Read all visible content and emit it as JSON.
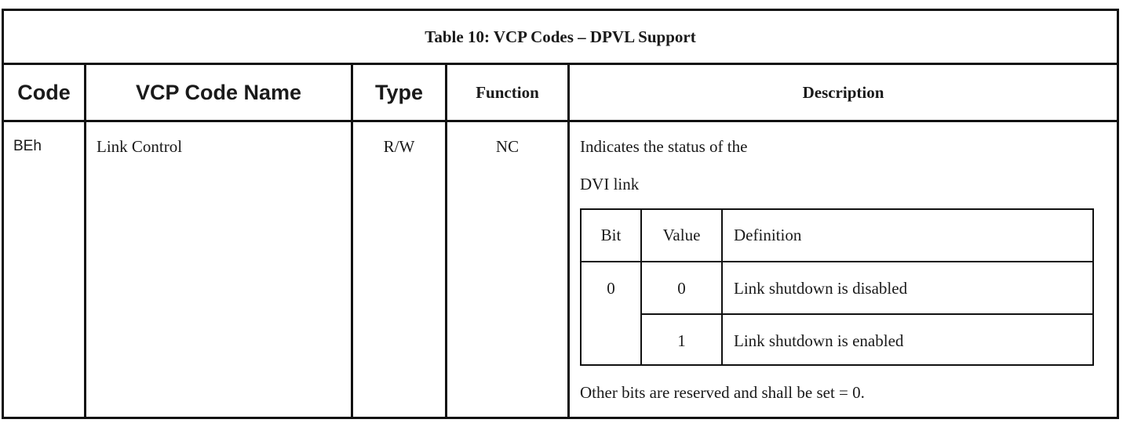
{
  "table": {
    "title": "Table 10: VCP Codes – DPVL Support",
    "headers": {
      "code": "Code",
      "name": "VCP Code Name",
      "type": "Type",
      "function": "Function",
      "description": "Description"
    },
    "row": {
      "code": "BEh",
      "name": "Link Control",
      "type": "R/W",
      "function": "NC",
      "description_line1": "Indicates the status of the",
      "description_line2": "DVI link",
      "description_footer": "Other bits are reserved and shall be set = 0."
    },
    "bit_table": {
      "headers": [
        "Bit",
        "Value",
        "Definition"
      ],
      "bit": "0",
      "rows": [
        {
          "value": "0",
          "definition": "Link shutdown is disabled"
        },
        {
          "value": "1",
          "definition": "Link shutdown is enabled"
        }
      ]
    }
  }
}
